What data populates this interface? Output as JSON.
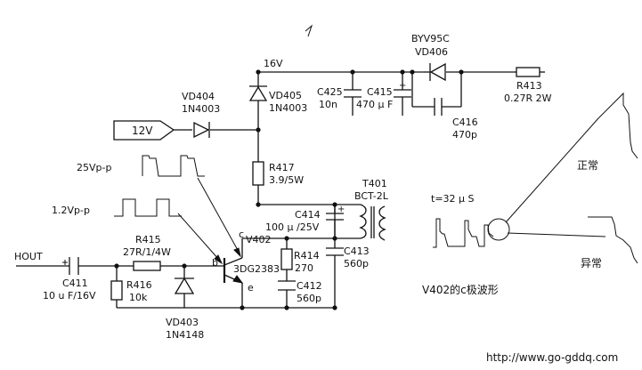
{
  "labels": {
    "hout": "HOUT",
    "c411_name": "C411",
    "c411_value": "10 u F/16V",
    "r415_name": "R415",
    "r415_value": "27R/1/4W",
    "r416_name": "R416",
    "r416_value": "10k",
    "vd403_name": "VD403",
    "vd403_value": "1N4148",
    "v402_name": "V402",
    "v402_value": "3DG2383",
    "pin_b": "b",
    "pin_c": "c",
    "pin_e": "e",
    "r414_name": "R414",
    "r414_value": "270",
    "c412_name": "C412",
    "c412_value": "560p",
    "c414_name": "C414",
    "c414_value": "100 μ /25V",
    "c413_name": "C413",
    "c413_value": "560p",
    "t401_name": "T401",
    "t401_value": "BCT-2L",
    "r417_name": "R417",
    "r417_value": "3.9/5W",
    "v12": "12V",
    "vd404_name": "VD404",
    "vd404_value": "1N4003",
    "vd405_name": "VD405",
    "vd405_value": "1N4003",
    "rail_16v": "16V",
    "c425_name": "C425",
    "c425_value": "10n",
    "c415_name": "C415",
    "c415_value": "470 μ F",
    "byv_part": "BYV95C",
    "vd406_name": "VD406",
    "c416_name": "C416",
    "c416_value": "470p",
    "r413_name": "R413",
    "r413_value": "0.27R  2W",
    "wave_25": "25Vp-p",
    "wave_12": "1.2Vp-p",
    "period": "t=32 μ S",
    "normal": "正常",
    "abnormal": "异常",
    "caption": "V402的c极波形",
    "website": "http://www.go-gddq.com"
  }
}
